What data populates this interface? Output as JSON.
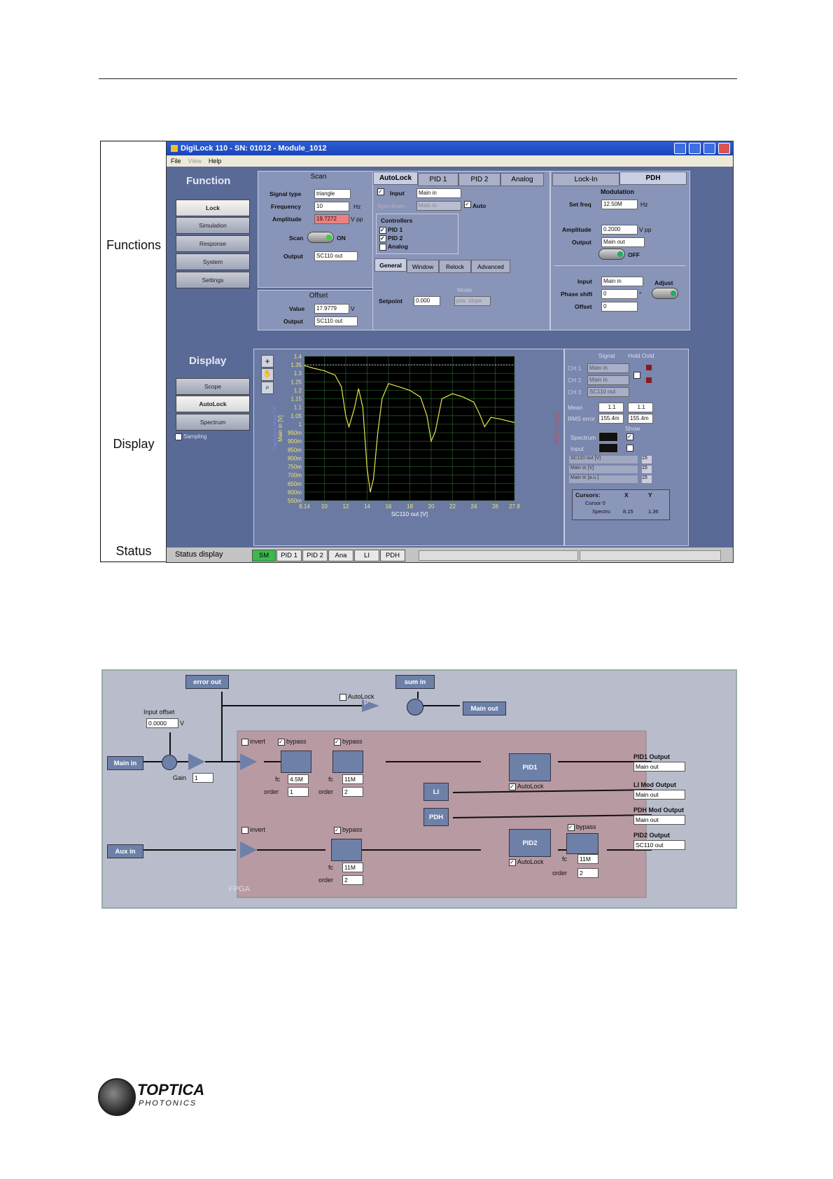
{
  "side_labels": {
    "functions": "Functions",
    "display": "Display",
    "status": "Status"
  },
  "window": {
    "title": "DigiLock 110 - SN: 01012 - Module_1012",
    "menu": [
      "File",
      "View",
      "Help"
    ]
  },
  "function_panel": {
    "title": "Function",
    "buttons": [
      "Lock",
      "Simulation",
      "Response",
      "System",
      "Settings"
    ]
  },
  "scan": {
    "title": "Scan",
    "signal_type_label": "Signal type",
    "signal_type": "triangle",
    "frequency_label": "Frequency",
    "frequency": "10",
    "frequency_unit": "Hz",
    "amplitude_label": "Amplitude",
    "amplitude": "19.7272",
    "amplitude_unit": "V pp",
    "scan_label": "Scan",
    "scan_state": "ON",
    "output_label": "Output",
    "output": "SC110 out"
  },
  "offset": {
    "title": "Offset",
    "value_label": "Value",
    "value": "17.9779",
    "value_unit": "V",
    "output_label": "Output",
    "output": "SC110 out"
  },
  "autolock": {
    "tabs": [
      "AutoLock",
      "PID 1",
      "PID 2",
      "Analog"
    ],
    "input_label": "Input",
    "input": "Main in",
    "spectrum_label": "Spectrum",
    "spectrum": "Main in",
    "auto_label": "Auto",
    "controllers_title": "Controllers",
    "controllers": [
      "PID 1",
      "PID 2",
      "Analog"
    ],
    "subtabs": [
      "General",
      "Window",
      "Relock",
      "Advanced"
    ],
    "setpoint_label": "Setpoint",
    "setpoint": "0.000",
    "mode_label": "Mode",
    "mode": "pos. slope"
  },
  "lockin": {
    "tabs": [
      "Lock-In",
      "PDH"
    ],
    "modulation_title": "Modulation",
    "set_freq_label": "Set freq",
    "set_freq": "12.50M",
    "set_freq_unit": "Hz",
    "amplitude_label": "Amplitude",
    "amplitude": "0.2000",
    "amplitude_unit": "V pp",
    "output_label": "Output",
    "output": "Main out",
    "toggle": "OFF",
    "input_label": "Input",
    "input": "Main in",
    "phase_label": "Phase shift",
    "phase": "0",
    "phase_unit": "°",
    "offset_label": "Offset",
    "offset": "0",
    "adjust_label": "Adjust"
  },
  "display_panel": {
    "title": "Display",
    "buttons": [
      "Scope",
      "AutoLock",
      "Spectrum"
    ],
    "sampling_label": "Sampling"
  },
  "chart_data": {
    "type": "line",
    "xlabel": "SC110 out [V]",
    "ylabel_left": "Main in [V]",
    "ylabel_left2": "Captured scan [V]",
    "ylabel_right": "Error signal",
    "xlim": [
      8.14,
      27.8
    ],
    "ylim": [
      0.55,
      1.4
    ],
    "x_ticks": [
      "8.14",
      "10",
      "12",
      "14",
      "16",
      "18",
      "20",
      "22",
      "24",
      "26",
      "27.8"
    ],
    "y_ticks": [
      "1.4",
      "1.35",
      "1.3",
      "1.25",
      "1.2",
      "1.15",
      "1.1",
      "1.05",
      "1",
      "950m",
      "900m",
      "850m",
      "800m",
      "750m",
      "700m",
      "650m",
      "600m",
      "550m"
    ],
    "threshold": 1.35,
    "series": [
      {
        "x": [
          8.14,
          9,
          10,
          11,
          11.6,
          12,
          12.3,
          12.8,
          13.2,
          13.6,
          14,
          14.3,
          14.6,
          15,
          15.4,
          16,
          17,
          18,
          19,
          19.6,
          20,
          20.4,
          21,
          22,
          23,
          24,
          24.6,
          25,
          25.6,
          26.5,
          27.8
        ],
        "y": [
          1.345,
          1.33,
          1.315,
          1.29,
          1.22,
          1.05,
          0.985,
          1.09,
          1.21,
          1.1,
          0.74,
          0.6,
          0.68,
          0.95,
          1.15,
          1.24,
          1.22,
          1.2,
          1.16,
          1.05,
          0.9,
          0.96,
          1.15,
          1.18,
          1.16,
          1.13,
          1.05,
          0.985,
          1.04,
          1.03,
          1.01
        ]
      }
    ]
  },
  "signal_panel": {
    "signal_header": "Signal",
    "hold_header": "Hold",
    "ovld_header": "Ovld",
    "channels": [
      {
        "name": "CH 1",
        "value": "Main in"
      },
      {
        "name": "CH 2",
        "value": "Main in"
      },
      {
        "name": "CH 3",
        "value": "SC110 out"
      }
    ],
    "mean_label": "Mean",
    "mean": [
      "1.1",
      "1.1"
    ],
    "rms_label": "RMS error",
    "rms": [
      "155.4m",
      "155.4m"
    ],
    "show_label": "Show",
    "spectrum_label": "Spectrum",
    "input_label": "Input",
    "scales": [
      {
        "name": "SC110 out [V]",
        "val": "15"
      },
      {
        "name": "Main in [V]",
        "val": "15"
      },
      {
        "name": "Main in [a.u.]",
        "val": "15"
      }
    ],
    "cursors_label": "Cursors:",
    "cursor_x_header": "X",
    "cursor_y_header": "Y",
    "cursor_name": "Cursor 0",
    "cursor_trace": "Spectru",
    "cursor_x": "8.15",
    "cursor_y": "1.36"
  },
  "status": {
    "label": "Status display",
    "buttons": [
      "SM",
      "PID 1",
      "PID 2",
      "Ana",
      "LI",
      "PDH"
    ]
  },
  "diagram": {
    "error_out": "error out",
    "sum_in": "sum in",
    "main_out": "Main out",
    "autolock_p": "AutoLock",
    "p_label": "P",
    "input_offset_label": "Input offset",
    "input_offset": "0.0000",
    "input_offset_unit": "V",
    "main_in": "Main in",
    "aux_in": "Aux in",
    "gain_label": "Gain",
    "gain": "1",
    "invert": "invert",
    "bypass": "bypass",
    "fc_label": "fc",
    "order_label": "order",
    "ch1_fc1": "4.5M",
    "ch1_order1": "1",
    "ch1_fc2": "11M",
    "ch1_order2": "2",
    "ch2_fc": "11M",
    "ch2_order": "2",
    "out_fc": "11M",
    "out_order": "2",
    "pid1": "PID1",
    "pid2": "PID2",
    "li": "LI",
    "pdh": "PDH",
    "autolock": "AutoLock",
    "fpga": "FPGA",
    "outputs": [
      {
        "label": "PID1 Output",
        "value": "Main out"
      },
      {
        "label": "LI Mod Output",
        "value": "Main out"
      },
      {
        "label": "PDH Mod Output",
        "value": "Main out"
      },
      {
        "label": "PID2 Output",
        "value": "SC110 out"
      }
    ]
  },
  "logo": {
    "brand": "TOPTICA",
    "sub": "PHOTONICS"
  }
}
